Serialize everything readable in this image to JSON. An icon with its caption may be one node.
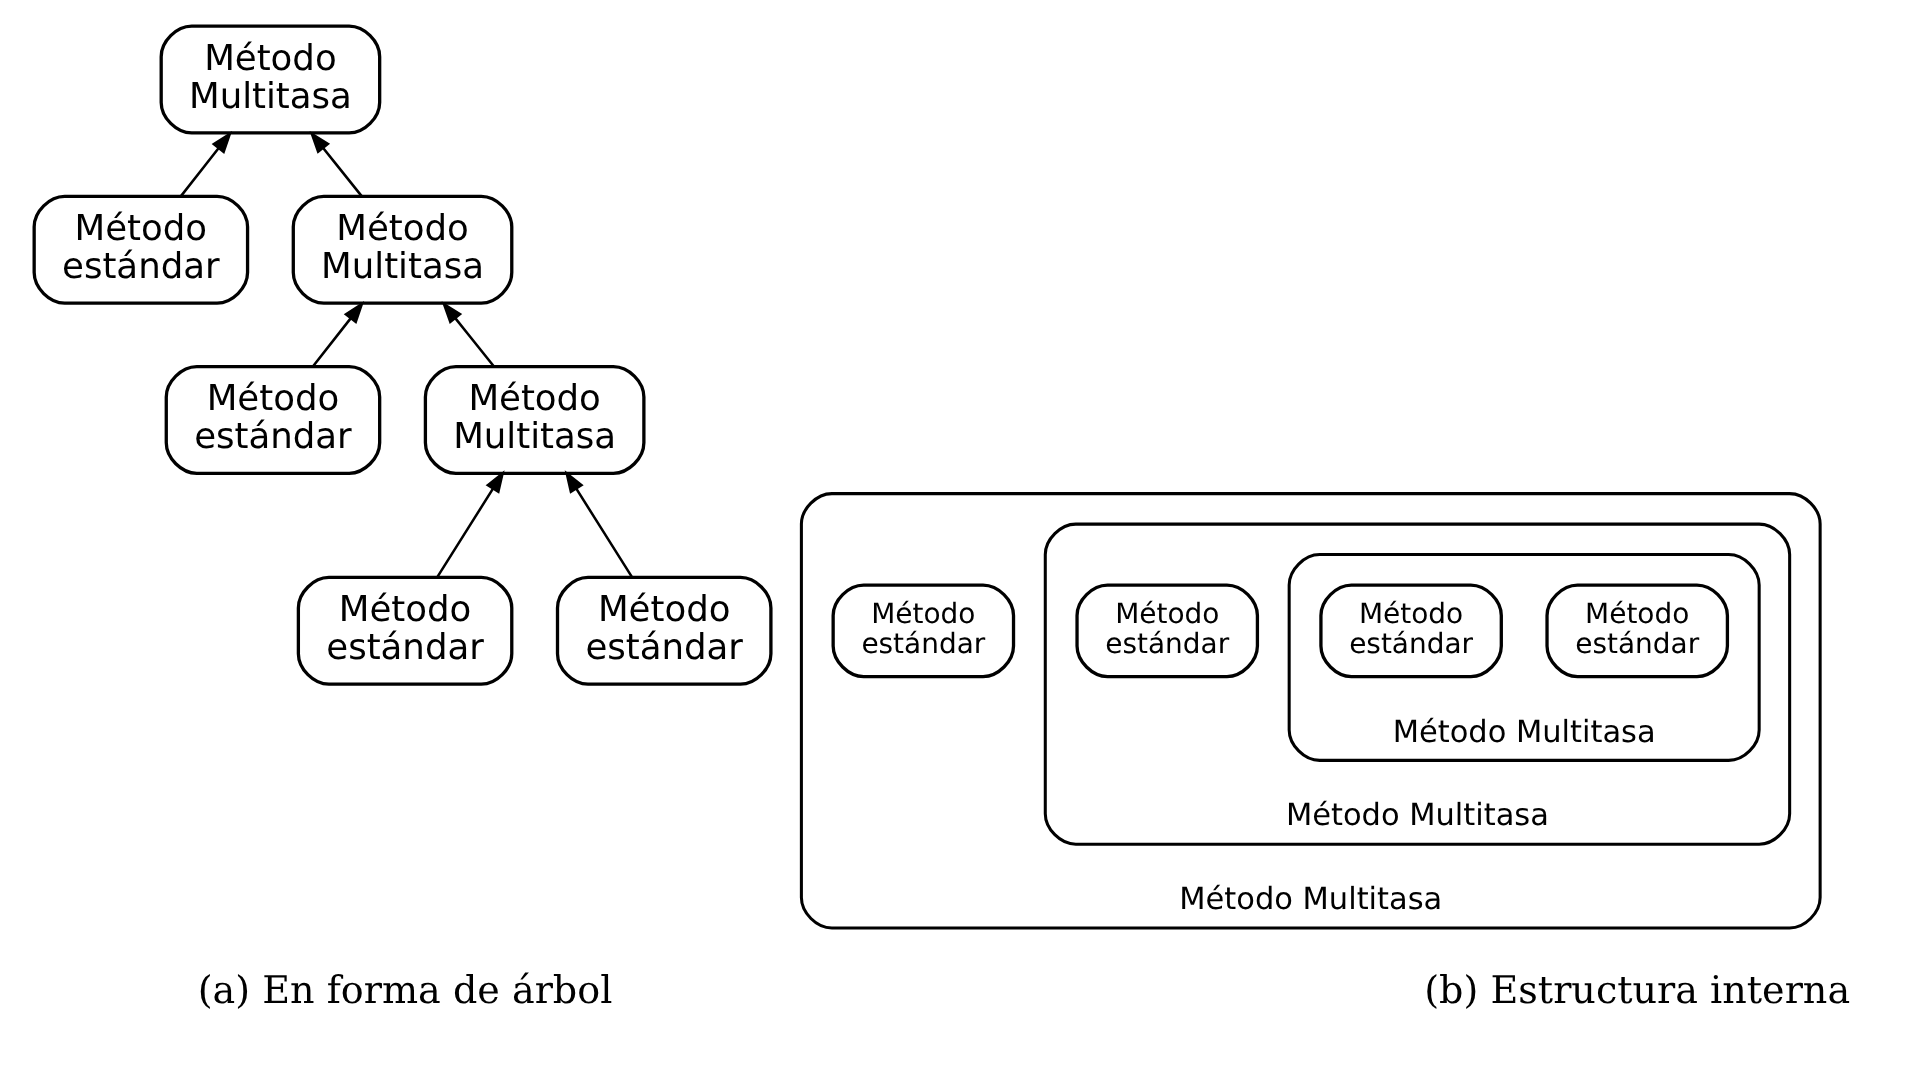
{
  "diagram": {
    "nodes": [
      {
        "text": [
          "Método Multitasa"
        ]
      },
      {
        "text": [
          "Método estándar"
        ]
      },
      {
        "text": [
          "Método Multitasa"
        ]
      },
      {
        "text": [
          "Método estándar"
        ]
      },
      {
        "text": [
          "Método Multitasa"
        ]
      },
      {
        "text": [
          "Método estándar"
        ]
      },
      {
        "text": [
          "Método estándar"
        ]
      },
      {
        "text": [
          "Método Multitasa"
        ]
      },
      {
        "text": [
          "Método estándar"
        ],
        "in": 7
      },
      {
        "text": [
          "Método Multitasa"
        ],
        "in": 7
      },
      {
        "text": [
          "Método estándar"
        ],
        "in": 9
      },
      {
        "text": [
          "Método Multitasa"
        ],
        "in": 9
      },
      {
        "text": [
          "Método estándar"
        ],
        "in": 11
      },
      {
        "text": [
          "Método estándar"
        ],
        "in": 11
      }
    ],
    "edges": [
      {
        "from": 1,
        "to": 0,
        "arrow": "to"
      },
      {
        "from": 2,
        "to": 0,
        "arrow": "to"
      },
      {
        "from": 3,
        "to": 2,
        "arrow": "to"
      },
      {
        "from": 4,
        "to": 2,
        "arrow": "to"
      },
      {
        "from": 5,
        "to": 4,
        "arrow": "to"
      },
      {
        "from": 6,
        "to": 4,
        "arrow": "to"
      }
    ],
    "labels": [
      "(a) En forma de árbol",
      "(b) Estructura interna"
    ]
  }
}
